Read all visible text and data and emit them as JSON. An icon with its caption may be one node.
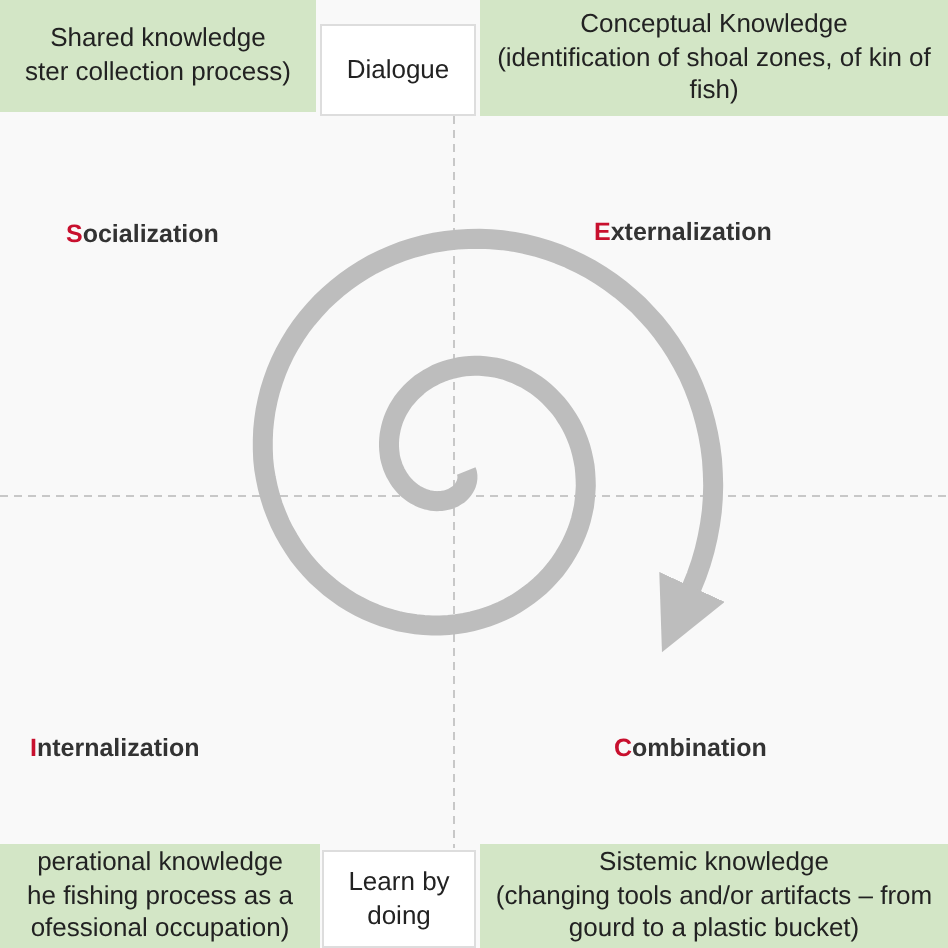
{
  "diagram": {
    "nodes": [
      {
        "text": [
          "Shared knowledge",
          "ster collection process)"
        ]
      },
      {
        "text": [
          "Dialogue"
        ]
      },
      {
        "text": [
          "Conceptual Knowledge",
          "(identification of shoal zones, of kin of fish)"
        ]
      },
      {
        "text": [
          "perational knowledge",
          "he fishing process as a ofessional occupation)"
        ]
      },
      {
        "text": [
          "Learn by doing"
        ]
      },
      {
        "text": [
          "Sistemic knowledge",
          "(changing tools and/or artifacts – from gourd to a plastic bucket)"
        ]
      }
    ],
    "edges": [],
    "labels": [
      "Socialization",
      "Externalization",
      "Internalization",
      "Combination"
    ]
  }
}
